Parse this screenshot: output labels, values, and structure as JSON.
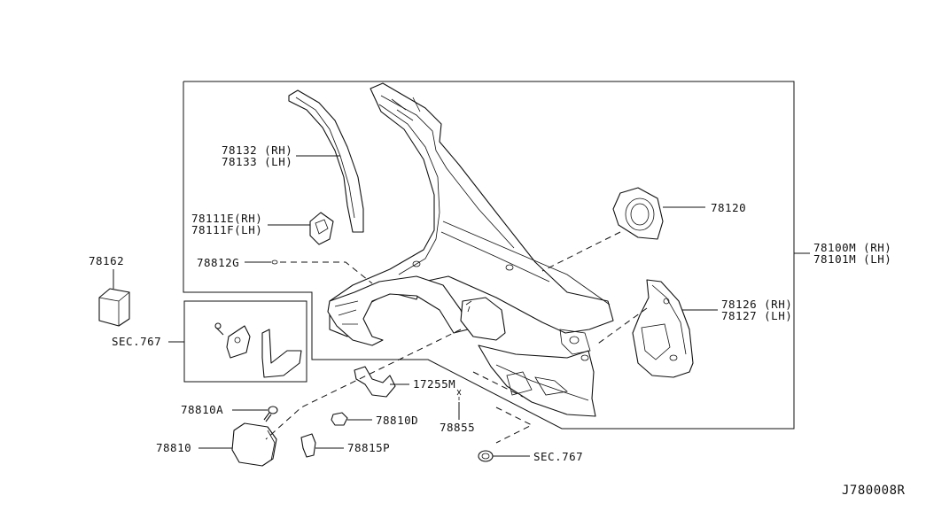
{
  "labels": {
    "p78132": "78132 (RH)",
    "p78133": "78133 (LH)",
    "p78111e": "78111E(RH)",
    "p78111f": "78111F(LH)",
    "p78812g": "78812G",
    "p78162": "78162",
    "sec767_left": "SEC.767",
    "p17255m": "17255M",
    "p78810a": "78810A",
    "p78810d": "78810D",
    "p78855": "78855",
    "p78810": "78810",
    "p78815p": "78815P",
    "sec767_bottom": "SEC.767",
    "p78120": "78120",
    "p78100m": "78100M (RH)",
    "p78101m": "78101M (LH)",
    "p78126": "78126 (RH)",
    "p78127": "78127 (LH)",
    "diagram_code": "J780008R"
  },
  "icons": [
    "bolt-icon",
    "clip-icon",
    "grommet-icon",
    "plug-icon"
  ]
}
